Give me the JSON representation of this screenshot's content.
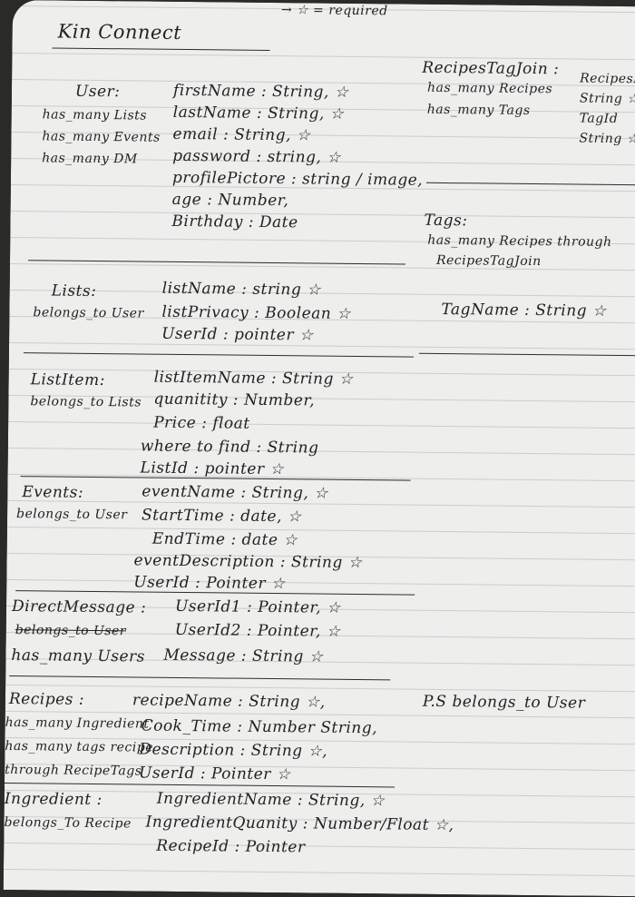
{
  "note": "→ ☆ = required",
  "title": "Kin Connect",
  "user": {
    "heading": "User:",
    "relations": [
      "has_many Lists",
      "has_many Events",
      "has_many DM"
    ],
    "fields": [
      "firstName : String,  ☆",
      "lastName : String,  ☆",
      "email : String,  ☆",
      "password : string,  ☆",
      "profilePictore : string / image,",
      "age : Number,",
      "Birthday : Date"
    ]
  },
  "recipes_tag_join": {
    "heading": "RecipesTagJoin :",
    "relations": [
      "has_many Recipes",
      "has_many Tags"
    ],
    "fields": [
      "RecipesId",
      "String ☆",
      "TagId",
      "String ☆"
    ]
  },
  "tags": {
    "heading": "Tags:",
    "relations": [
      "has_many Recipes through",
      "RecipesTagJoin"
    ],
    "fields": [
      "TagName : String ☆"
    ]
  },
  "lists": {
    "heading": "Lists:",
    "relation": "belongs_to User",
    "fields": [
      "listName : string  ☆",
      "listPrivacy : Boolean  ☆",
      "UserId : pointer ☆"
    ]
  },
  "list_item": {
    "heading": "ListItem:",
    "relation": "belongs_to Lists",
    "fields": [
      "listItemName : String  ☆",
      "quanitity : Number,",
      "Price : float",
      "where to find : String",
      "ListId : pointer  ☆"
    ]
  },
  "events": {
    "heading": "Events:",
    "relation": "belongs_to User",
    "fields": [
      "eventName : String,  ☆",
      "StartTime : date,  ☆",
      "EndTime : date  ☆",
      "eventDescription : String  ☆",
      "UserId : Pointer ☆"
    ]
  },
  "direct_message": {
    "heading": "DirectMessage :",
    "relations": [
      "belongs_to User",
      "has_many Users"
    ],
    "fields": [
      "UserId1 : Pointer,  ☆",
      "UserId2 : Pointer,  ☆",
      "Message : String  ☆"
    ]
  },
  "recipes": {
    "heading": "Recipes :",
    "relations": [
      "has_many Ingredient",
      "has_many tags recipe",
      "through RecipeTags"
    ],
    "fields": [
      "recipeName : String ☆,",
      "Cook_Time : Number String,",
      "Description : String ☆,",
      "UserId : Pointer ☆"
    ],
    "ps": "P.S belongs_to User"
  },
  "ingredient": {
    "heading": "Ingredient :",
    "relation": "belongs_To Recipe",
    "fields": [
      "IngredientName : String,  ☆",
      "IngredientQuanity : Number/Float ☆,",
      "RecipeId : Pointer"
    ]
  }
}
